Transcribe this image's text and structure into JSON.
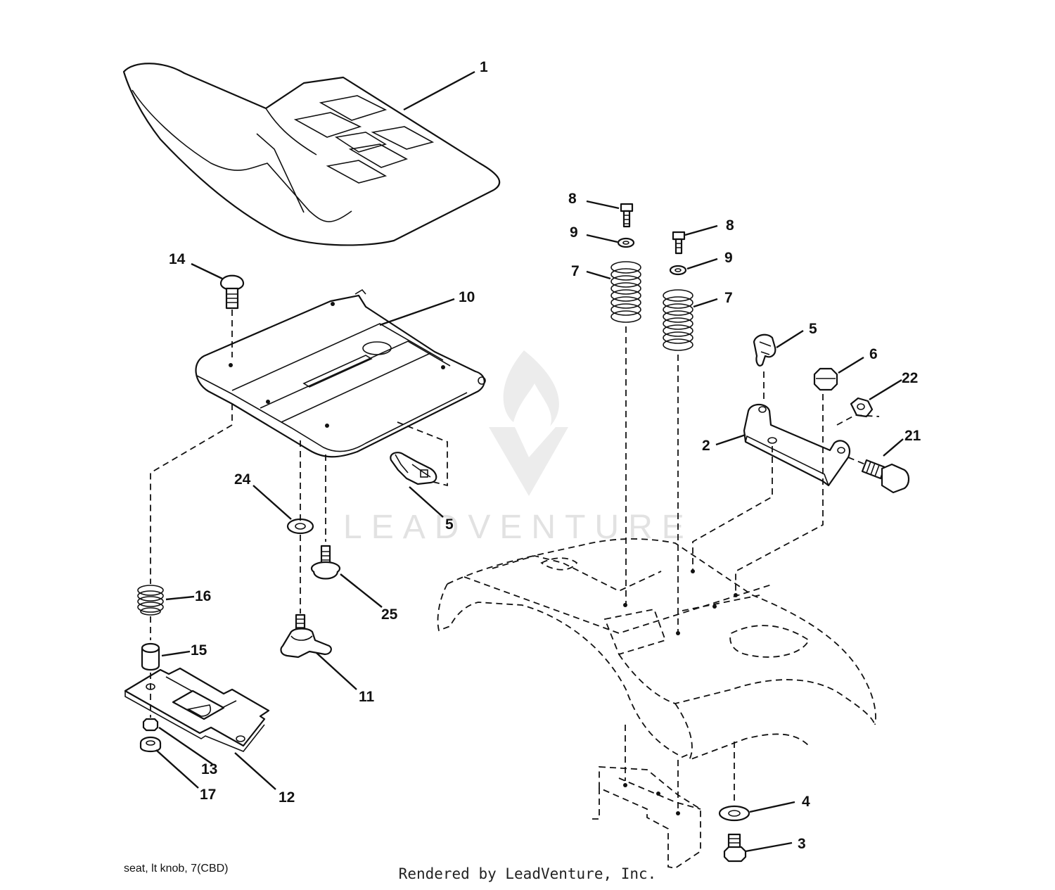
{
  "watermark": {
    "brand": "LEADVENTURE"
  },
  "footer": {
    "drawing_code": "seat, lt knob, 7(CBD)",
    "credit": "Rendered by LeadVenture, Inc."
  },
  "parts": [
    {
      "key": "seat",
      "label": "1"
    },
    {
      "key": "seat-pan",
      "label": "10"
    },
    {
      "key": "carriage-bolt",
      "label": "14"
    },
    {
      "key": "seat-switch-left",
      "label": "5"
    },
    {
      "key": "washer-24",
      "label": "24"
    },
    {
      "key": "shoulder-bolt-25",
      "label": "25"
    },
    {
      "key": "spring-16",
      "label": "16"
    },
    {
      "key": "spacer-15",
      "label": "15"
    },
    {
      "key": "knob-11",
      "label": "11"
    },
    {
      "key": "slide-plate-12",
      "label": "12"
    },
    {
      "key": "nut-13",
      "label": "13"
    },
    {
      "key": "washer-17",
      "label": "17"
    },
    {
      "key": "bolt-8-left",
      "label": "8"
    },
    {
      "key": "washer-9-left",
      "label": "9"
    },
    {
      "key": "spring-7-left",
      "label": "7"
    },
    {
      "key": "bolt-8-right",
      "label": "8"
    },
    {
      "key": "washer-9-right",
      "label": "9"
    },
    {
      "key": "spring-7-right",
      "label": "7"
    },
    {
      "key": "seat-switch-right",
      "label": "5"
    },
    {
      "key": "nut-6",
      "label": "6"
    },
    {
      "key": "nut-22",
      "label": "22"
    },
    {
      "key": "bracket-2",
      "label": "2"
    },
    {
      "key": "bolt-21",
      "label": "21"
    },
    {
      "key": "washer-4",
      "label": "4"
    },
    {
      "key": "bolt-3",
      "label": "3"
    }
  ]
}
